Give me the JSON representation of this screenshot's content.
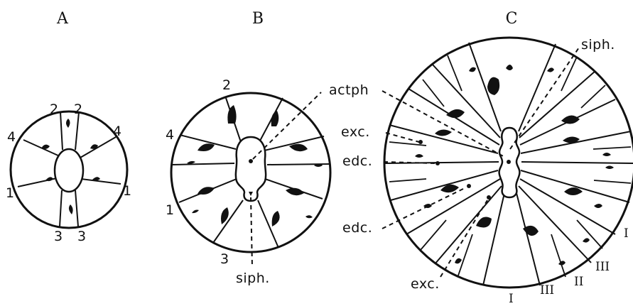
{
  "panels": {
    "a": {
      "label": "A",
      "numbers": {
        "top_left_2": "2",
        "top_right_2": "2",
        "left_4": "4",
        "right_4": "4",
        "left_1": "1",
        "right_1": "1",
        "bottom_left_3": "3",
        "bottom_right_3": "3"
      }
    },
    "b": {
      "label": "B",
      "numbers": {
        "top_2": "2",
        "left_4": "4",
        "left_1": "1",
        "bottom_3": "3"
      },
      "annotations": {
        "actph": "actph",
        "siph": "siph."
      }
    },
    "c": {
      "label": "C",
      "annotations": {
        "siph": "siph.",
        "exc_left": "exc.",
        "edc_left": "edc.",
        "edc_lower": "edc.",
        "exc_bottom": "exc."
      },
      "cycle_marks": {
        "right_I": "I",
        "right_III": "III",
        "lower_II": "II",
        "lower_III": "III",
        "bottom_I": "I"
      }
    }
  },
  "colors": {
    "ink": "#111111",
    "paper": "#ffffff"
  }
}
